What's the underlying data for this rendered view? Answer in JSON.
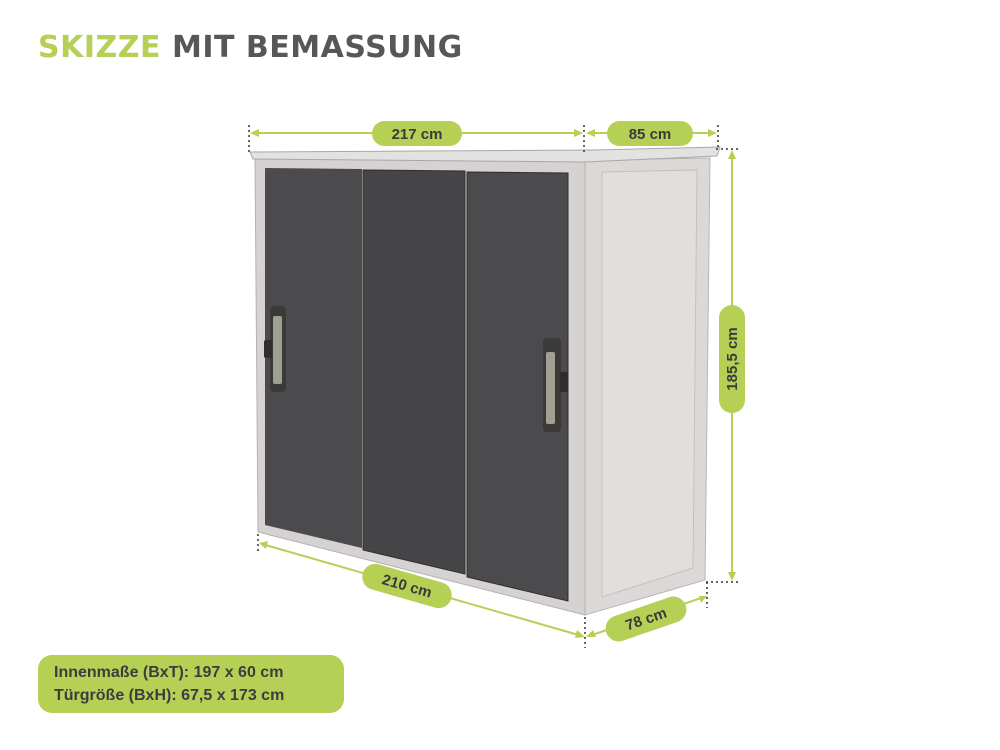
{
  "title": {
    "accent": "SKIZZE",
    "rest": "MIT BEMASSUNG"
  },
  "dimensions": {
    "top_width": "217 cm",
    "top_depth": "85 cm",
    "height": "185,5 cm",
    "bottom_width": "210 cm",
    "bottom_depth": "78 cm"
  },
  "info": {
    "inner": "Innenmaße (BxT): 197 x 60 cm",
    "door": "Türgröße (BxH): 67,5 x 173 cm"
  },
  "colors": {
    "accent": "#b5d055",
    "title_gray": "#575757",
    "body": "#d7d3d3",
    "door": "#4a4a4c"
  }
}
